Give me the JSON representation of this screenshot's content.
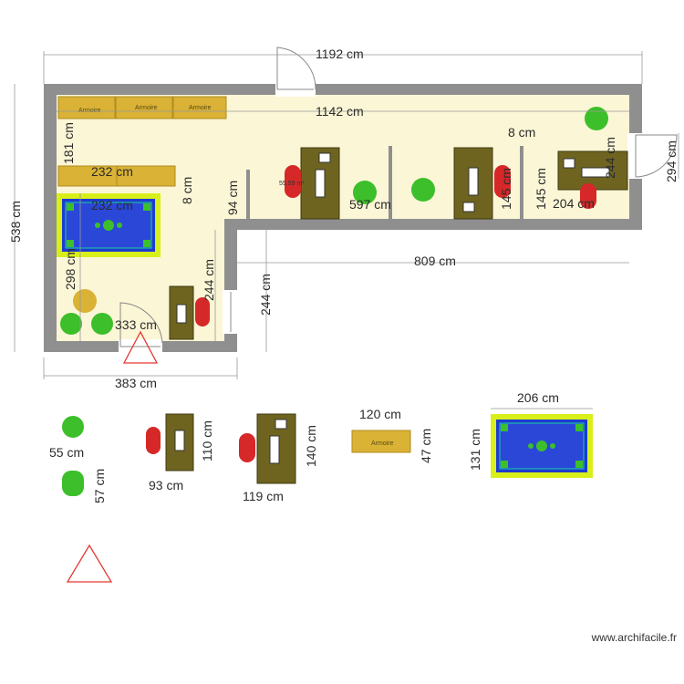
{
  "dimensions": {
    "top_width": "1192 cm",
    "inner_width": "1142 cm",
    "partition": "8 cm",
    "right_door": "294 cm",
    "desk_right_depth": "244 cm",
    "office_wall": "145 cm",
    "office_wall_2": "145 cm",
    "desk_right_width": "204 cm",
    "middle_span": "597 cm",
    "wall_94": "94 cm",
    "height_total": "538 cm",
    "height_181": "181 cm",
    "cabinet_top": "232 cm",
    "cabinet_bottom": "232 cm",
    "wall_8": "8 cm",
    "height_298": "298 cm",
    "height_244_a": "244 cm",
    "height_244_b": "244 cm",
    "length_809": "809 cm",
    "door_333": "333 cm",
    "bottom_383": "383 cm"
  },
  "area_label": "55.59 m²",
  "armoire_label": "Armoire",
  "legend": {
    "chair_55": "55 cm",
    "chair_57": "57 cm",
    "desk_small_h": "110 cm",
    "desk_small_w": "93 cm",
    "desk_large_h": "140 cm",
    "desk_large_w": "119 cm",
    "cabinet_w": "120 cm",
    "cabinet_h": "47 cm",
    "rug_w": "206 cm",
    "rug_h": "131 cm"
  },
  "watermark": "www.archifacile.fr",
  "colors": {
    "wall": "#8f8f8f",
    "floor": "#fbf6d6",
    "desk": "#6e6420",
    "chair_red": "#d62828",
    "chair_green": "#3cbf2a",
    "cabinet": "#d9b236",
    "rug_border": "#d8ef19",
    "rug_blue": "#1d3bd1",
    "marker_red": "#e53935"
  }
}
